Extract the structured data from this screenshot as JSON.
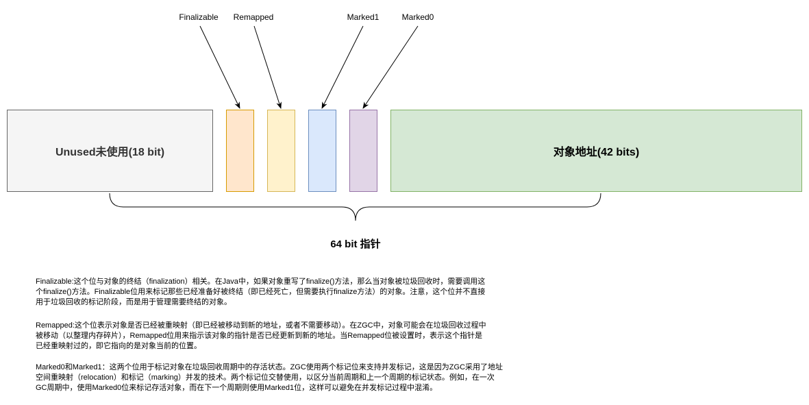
{
  "labels": {
    "finalizable": "Finalizable",
    "remapped": "Remapped",
    "marked1": "Marked1",
    "marked0": "Marked0"
  },
  "boxes": {
    "unused": "Unused未使用(18 bit)",
    "address": "对象地址(42 bits)"
  },
  "colors": {
    "unused": "#f5f5f5",
    "finalizable": "#ffe6cc",
    "remapped": "#fff2cc",
    "marked1": "#dae8fc",
    "marked0": "#e1d5e7",
    "address": "#d5e8d4"
  },
  "brace_label": "64 bit 指针",
  "descriptions": [
    {
      "lines": [
        "Finalizable:这个位与对象的终结（finalization）相关。在Java中，如果对象重写了finalize()方法，那么当对象被垃圾回收时，需要调用这",
        "个finalize()方法。Finalizable位用来标记那些已经准备好被终结（即已经死亡，但需要执行finalize方法）的对象。注意，这个位并不直接",
        "用于垃圾回收的标记阶段，而是用于管理需要终结的对象。"
      ]
    },
    {
      "lines": [
        "Remapped:这个位表示对象是否已经被重映射（即已经被移动到新的地址，或者不需要移动）。在ZGC中，对象可能会在垃圾回收过程中",
        "被移动（以整理内存碎片），Remapped位用来指示该对象的指针是否已经更新到新的地址。当Remapped位被设置时，表示这个指针是",
        "已经重映射过的，即它指向的是对象当前的位置。"
      ]
    },
    {
      "lines": [
        "Marked0和Marked1：这两个位用于标记对象在垃圾回收周期中的存活状态。ZGC使用两个标记位来支持并发标记，这是因为ZGC采用了地址",
        "空间重映射（relocation）和标记（marking）并发的技术。两个标记位交替使用，以区分当前周期和上一个周期的标记状态。例如，在一次",
        "GC周期中，使用Marked0位来标记存活对象，而在下一个周期则使用Marked1位，这样可以避免在并发标记过程中混淆。"
      ]
    }
  ]
}
